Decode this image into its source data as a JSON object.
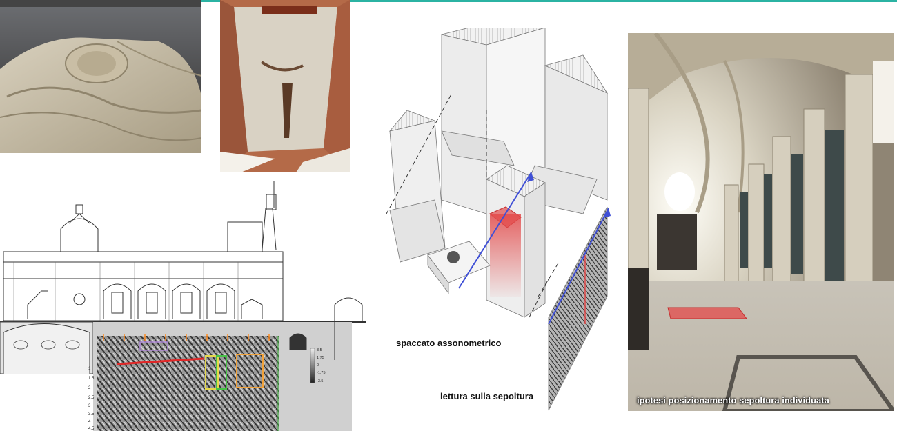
{
  "colors": {
    "accent": "#2bb3a3",
    "burial_marker": "#e34a4a",
    "scan_arrow": "#3f4fd6"
  },
  "labels": {
    "axonometric": "spaccato assonometrico",
    "reading": "lettura sulla sepoltura",
    "hypothesis": "ipotesi posizionamento sepoltura individuata"
  },
  "radargram": {
    "depth_ticks": [
      "1",
      "1.5",
      "2",
      "2.5",
      "3",
      "3.5",
      "4",
      "4.5"
    ],
    "scale_ticks": [
      "3.5",
      "1.75",
      "0",
      "-1.75",
      "-3.5"
    ]
  },
  "icons": {
    "tomb_photo": "effigy-tomb-photo",
    "crypt_photo": "open-crypt-photo",
    "church_photo": "church-nave-photo"
  }
}
